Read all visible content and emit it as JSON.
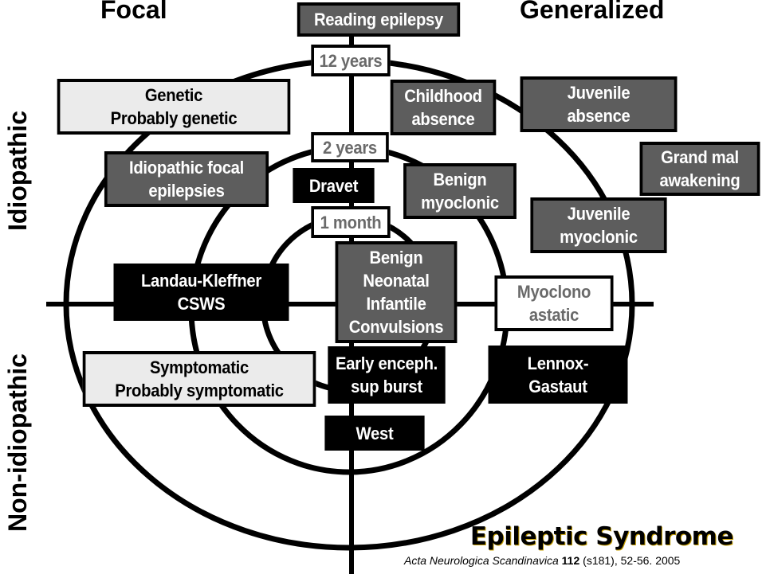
{
  "headings": {
    "focal": "Focal",
    "generalized": "Generalized",
    "idiopathic": "Idiopathic",
    "non_idiopathic": "Non-idiopathic"
  },
  "age_markers": {
    "outer": "12 years",
    "middle": "2 years",
    "inner": "1 month"
  },
  "syndromes": {
    "reading_epilepsy": "Reading epilepsy",
    "genetic": "Genetic\nProbably genetic",
    "childhood_absence": "Childhood\nabsence",
    "juvenile_absence": "Juvenile\nabsence",
    "idiopathic_focal": "Idiopathic focal\nepilepsies",
    "dravet": "Dravet",
    "benign_myoclonic": "Benign\nmyoclonic",
    "grand_mal": "Grand mal\nawakening",
    "juvenile_myoclonic": "Juvenile\nmyoclonic",
    "landau_kleffner": "Landau-Kleffner\nCSWS",
    "bnic": "Benign\nNeonatal\nInfantile\nConvulsions",
    "myoclono_astatic": "Myoclono\nastatic",
    "symptomatic": "Symptomatic\nProbably symptomatic",
    "early_enceph": "Early enceph.\nsup burst",
    "lennox_gastaut": "Lennox-\nGastaut",
    "west": "West"
  },
  "footer": {
    "title": "Epileptic Syndrome",
    "journal": "Acta Neurologica Scandinavica",
    "volume": "112",
    "details": " (s181), 52-56. 2005"
  },
  "colors": {
    "idiopathic_box": "#5d5d5d",
    "symptomatic_box": "#000000",
    "category_box": "#ebebeb",
    "age_box": "#ffffff"
  }
}
